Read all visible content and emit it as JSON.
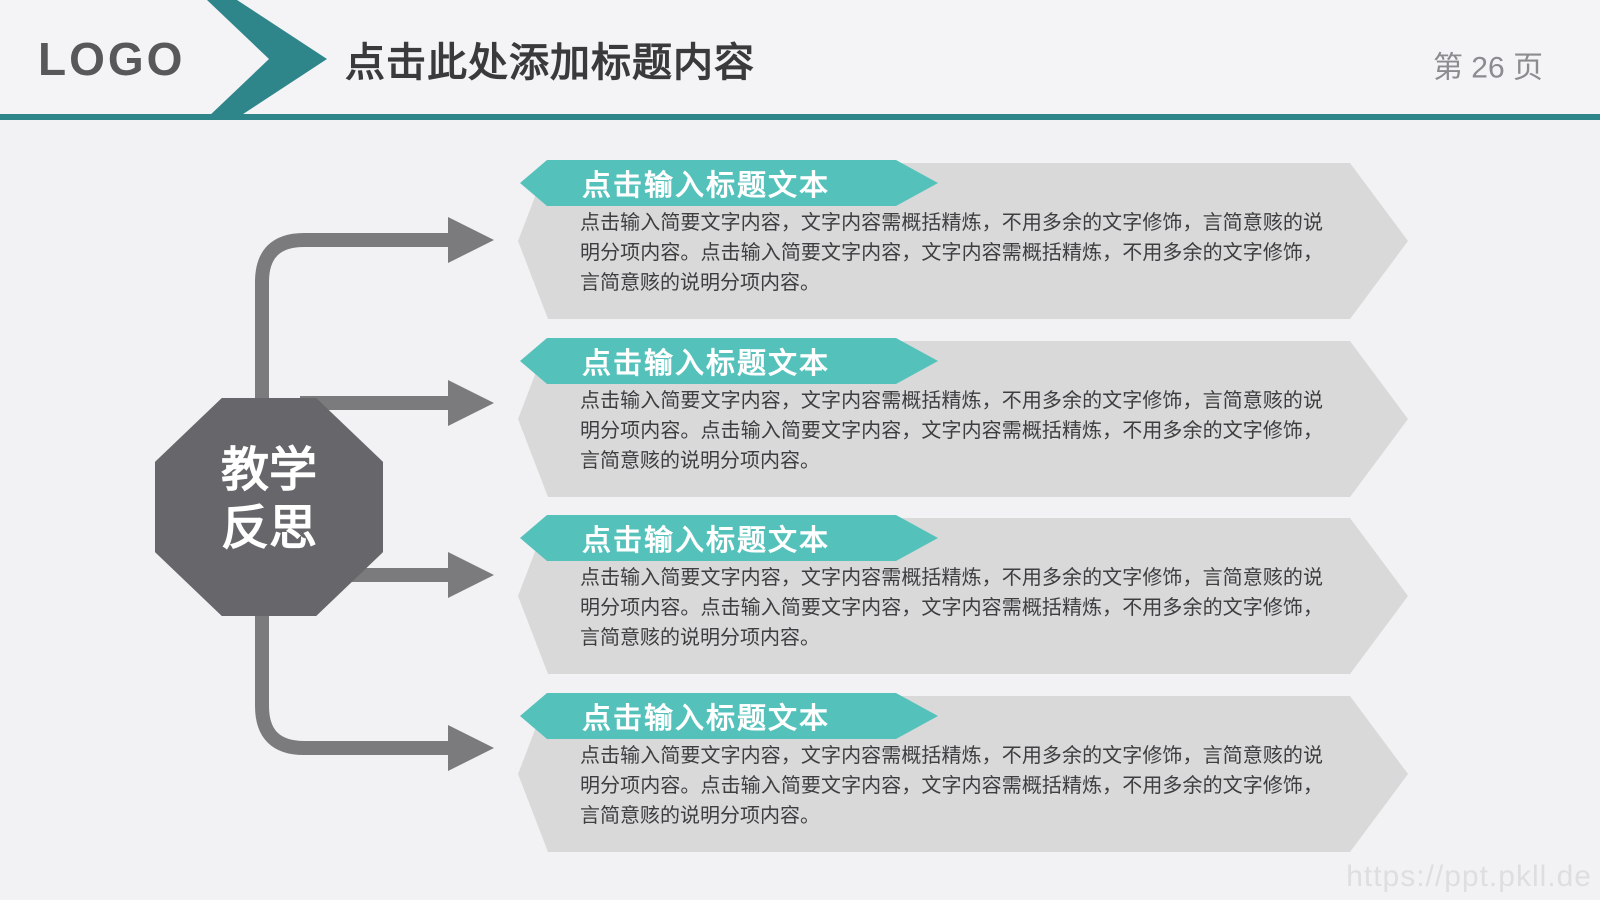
{
  "header": {
    "logo": "LOGO",
    "title": "点击此处添加标题内容",
    "page_indicator": "第 26 页"
  },
  "diagram": {
    "center_label": "教学\n反思"
  },
  "blocks": [
    {
      "title": "点击输入标题文本",
      "body": "点击输入简要文字内容，文字内容需概括精炼，不用多余的文字修饰，言简意赅的说明分项内容。点击输入简要文字内容，文字内容需概括精炼，不用多余的文字修饰，言简意赅的说明分项内容。"
    },
    {
      "title": "点击输入标题文本",
      "body": "点击输入简要文字内容，文字内容需概括精炼，不用多余的文字修饰，言简意赅的说明分项内容。点击输入简要文字内容，文字内容需概括精炼，不用多余的文字修饰，言简意赅的说明分项内容。"
    },
    {
      "title": "点击输入标题文本",
      "body": "点击输入简要文字内容，文字内容需概括精炼，不用多余的文字修饰，言简意赅的说明分项内容。点击输入简要文字内容，文字内容需概括精炼，不用多余的文字修饰，言简意赅的说明分项内容。"
    },
    {
      "title": "点击输入标题文本",
      "body": "点击输入简要文字内容，文字内容需概括精炼，不用多余的文字修饰，言简意赅的说明分项内容。点击输入简要文字内容，文字内容需概括精炼，不用多余的文字修饰，言简意赅的说明分项内容。"
    }
  ],
  "watermark": "https://ppt.pkll.de",
  "colors": {
    "teal": "#54c2bb",
    "teal_dark": "#2e868b",
    "block_gray": "#d9d9da",
    "octagon_gray": "#66666b",
    "arrow_gray": "#7b7b7e"
  }
}
